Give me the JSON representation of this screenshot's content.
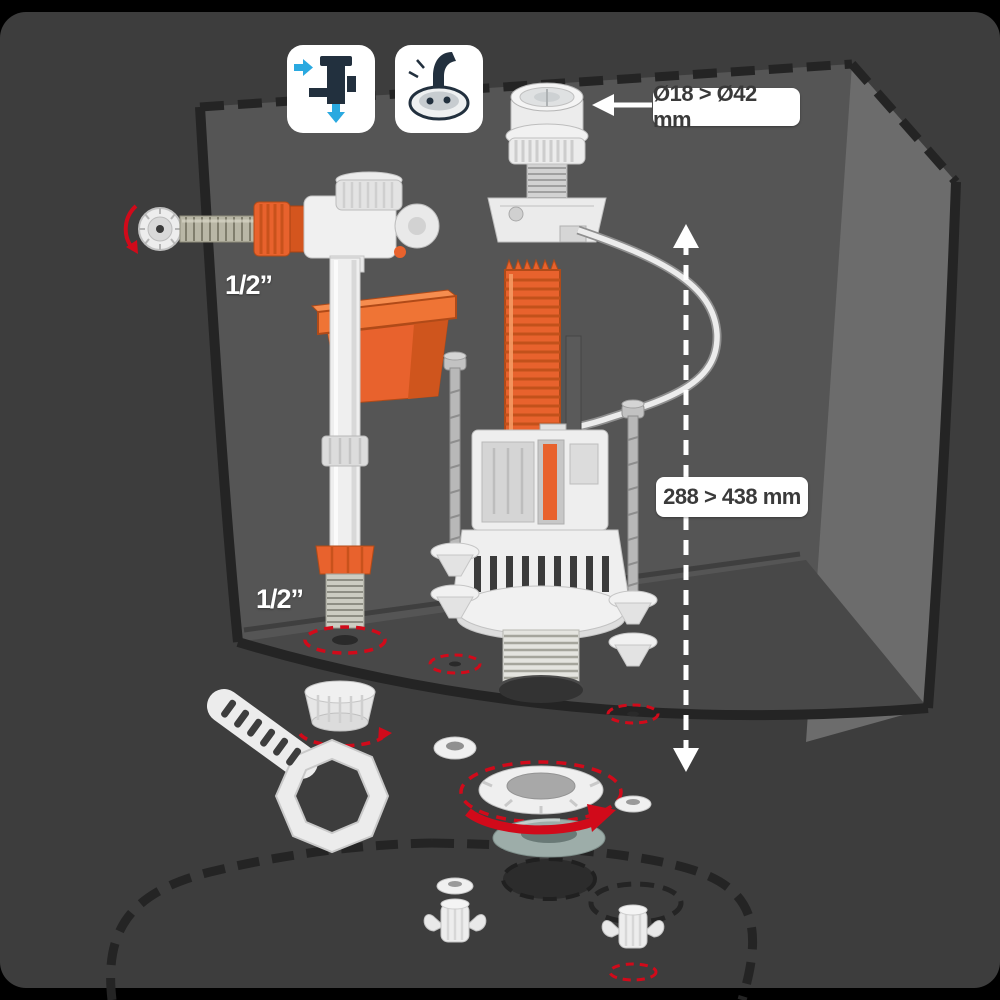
{
  "meta": {
    "title": "Toilet cistern fill valve and flush valve installation diagram"
  },
  "labels": {
    "button_diameter": "Ø18 > Ø42 mm",
    "valve_height": "288 > 438 mm",
    "inlet_top": "1/2”",
    "inlet_bottom": "1/2”"
  },
  "icons": [
    {
      "name": "side-inlet-fill-valve-icon",
      "meaning": "side water inlet fill valve with blue flow arrows"
    },
    {
      "name": "push-button-flush-icon",
      "meaning": "finger pressing dual flush push button plate"
    }
  ],
  "colors": {
    "background": "#3d3d3d",
    "frame": "#000000",
    "accent_orange": "#e8622d",
    "accent_red": "#d10a1a",
    "label_bg": "#ffffff",
    "label_text": "#3a3a3a",
    "tank_line": "#242424",
    "part_white": "#efefef",
    "dimension_arrow": "#ffffff"
  }
}
